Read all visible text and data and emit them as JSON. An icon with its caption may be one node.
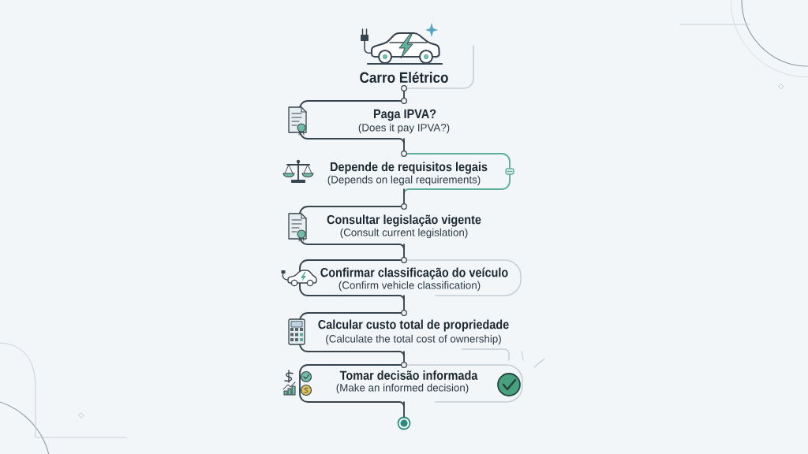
{
  "diagram": {
    "nodes": [
      {
        "text": [
          "Carro Elétrico"
        ]
      },
      {
        "text": [
          "Paga IPVA?",
          "(Does it pay IPVA?)"
        ]
      },
      {
        "text": [
          "Depende de requisitos legais",
          "(Depends on legal requirements)"
        ]
      },
      {
        "text": [
          "Consultar legislação vigente",
          "(Consult current legislation)"
        ]
      },
      {
        "text": [
          "Confirmar classificação do veículo",
          "(Confirm vehicle classification)"
        ]
      },
      {
        "text": [
          "Calcular custo total de propriedade",
          "(Calculate the total cost of ownership)"
        ]
      },
      {
        "text": [
          "Tomar decisão informada",
          "(Make an informed decision)"
        ]
      },
      {
        "text": [],
        "shape": "circle"
      }
    ],
    "edges": [
      {
        "from": 0,
        "to": 1,
        "arrow": "none"
      },
      {
        "from": 1,
        "to": 2,
        "arrow": "none"
      },
      {
        "from": 2,
        "to": 3,
        "arrow": "none"
      },
      {
        "from": 3,
        "to": 4,
        "arrow": "none"
      },
      {
        "from": 4,
        "to": 5,
        "arrow": "none"
      },
      {
        "from": 5,
        "to": 6,
        "arrow": "none"
      },
      {
        "from": 6,
        "to": 7,
        "arrow": "none"
      }
    ]
  }
}
